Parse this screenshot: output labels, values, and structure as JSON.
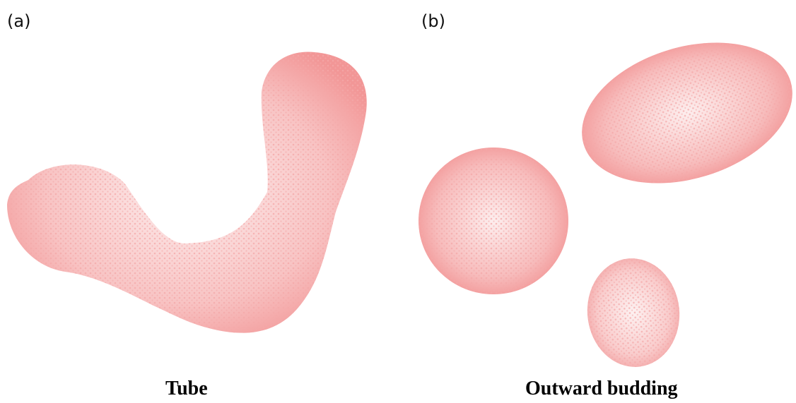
{
  "panels": [
    {
      "label": "(a)",
      "caption": "Tube"
    },
    {
      "label": "(b)",
      "caption": "Outward budding"
    }
  ],
  "colors": {
    "membrane_edge": "#f29898",
    "membrane_mid": "#f6b2b2",
    "membrane_center": "#fde9e9",
    "particle": "#f2a3a3"
  }
}
